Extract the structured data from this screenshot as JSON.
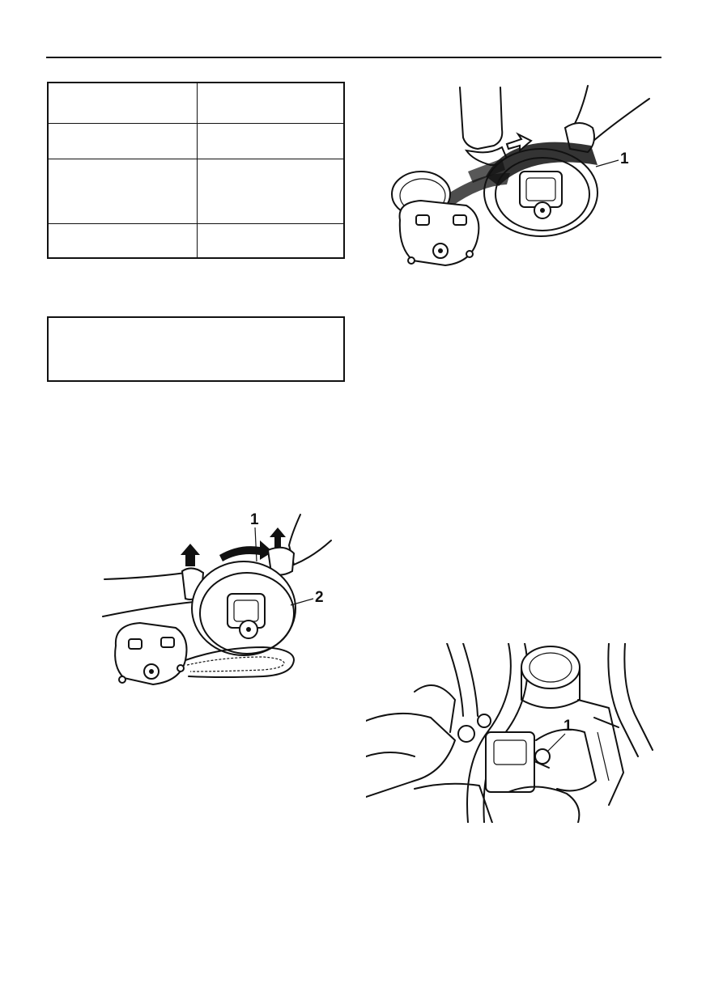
{
  "spec_table": {
    "rows": [
      {
        "label": "",
        "value": ""
      },
      {
        "label": "",
        "value": ""
      },
      {
        "label": "",
        "value": ""
      },
      {
        "label": "",
        "value": ""
      }
    ]
  },
  "note_box": {
    "text": ""
  },
  "figures": {
    "belt_install": {
      "callouts": [
        "1"
      ]
    },
    "belt_remove": {
      "callouts": [
        "1",
        "2"
      ]
    },
    "engine_clip": {
      "callouts": [
        "1"
      ]
    }
  }
}
